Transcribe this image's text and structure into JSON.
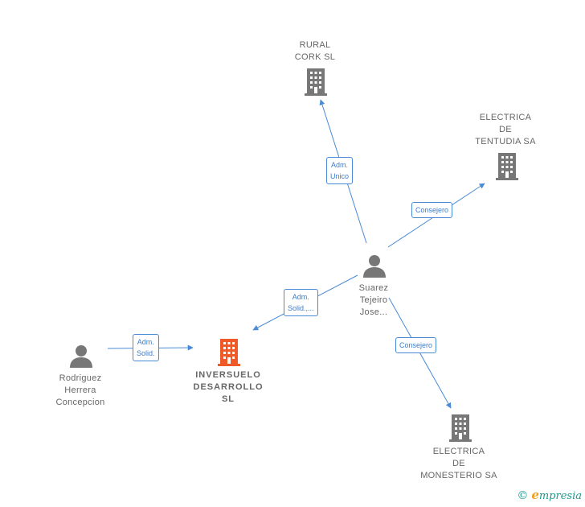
{
  "colors": {
    "edge": "#4a8bd6",
    "building": "#777777",
    "building_main": "#f05a28",
    "person": "#777777"
  },
  "nodes": {
    "rural_cork": {
      "lines": [
        "RURAL",
        "CORK SL"
      ],
      "icon": "building-icon"
    },
    "electrica_tentudia": {
      "lines": [
        "ELECTRICA",
        "DE",
        "TENTUDIA SA"
      ],
      "icon": "building-icon"
    },
    "suarez": {
      "lines": [
        "Suarez",
        "Tejeiro",
        "Jose..."
      ],
      "icon": "person-icon"
    },
    "inversuelo": {
      "lines": [
        "INVERSUELO",
        "DESARROLLO",
        "SL"
      ],
      "icon": "building-icon"
    },
    "rodriguez": {
      "lines": [
        "Rodriguez",
        "Herrera",
        "Concepcion"
      ],
      "icon": "person-icon"
    },
    "electrica_monesterio": {
      "lines": [
        "ELECTRICA",
        "DE",
        "MONESTERIO SA"
      ],
      "icon": "building-icon"
    }
  },
  "edges": {
    "suarez_rural": [
      "Adm.",
      "Unico"
    ],
    "suarez_tentudia": [
      "Consejero"
    ],
    "suarez_inversuelo": [
      "Adm.",
      "Solid.,..."
    ],
    "rodriguez_inversuelo": [
      "Adm.",
      "Solid."
    ],
    "suarez_monesterio": [
      "Consejero"
    ]
  },
  "footer": {
    "copyright": "©",
    "brand_initial": "e",
    "brand_rest": "mpresia"
  }
}
